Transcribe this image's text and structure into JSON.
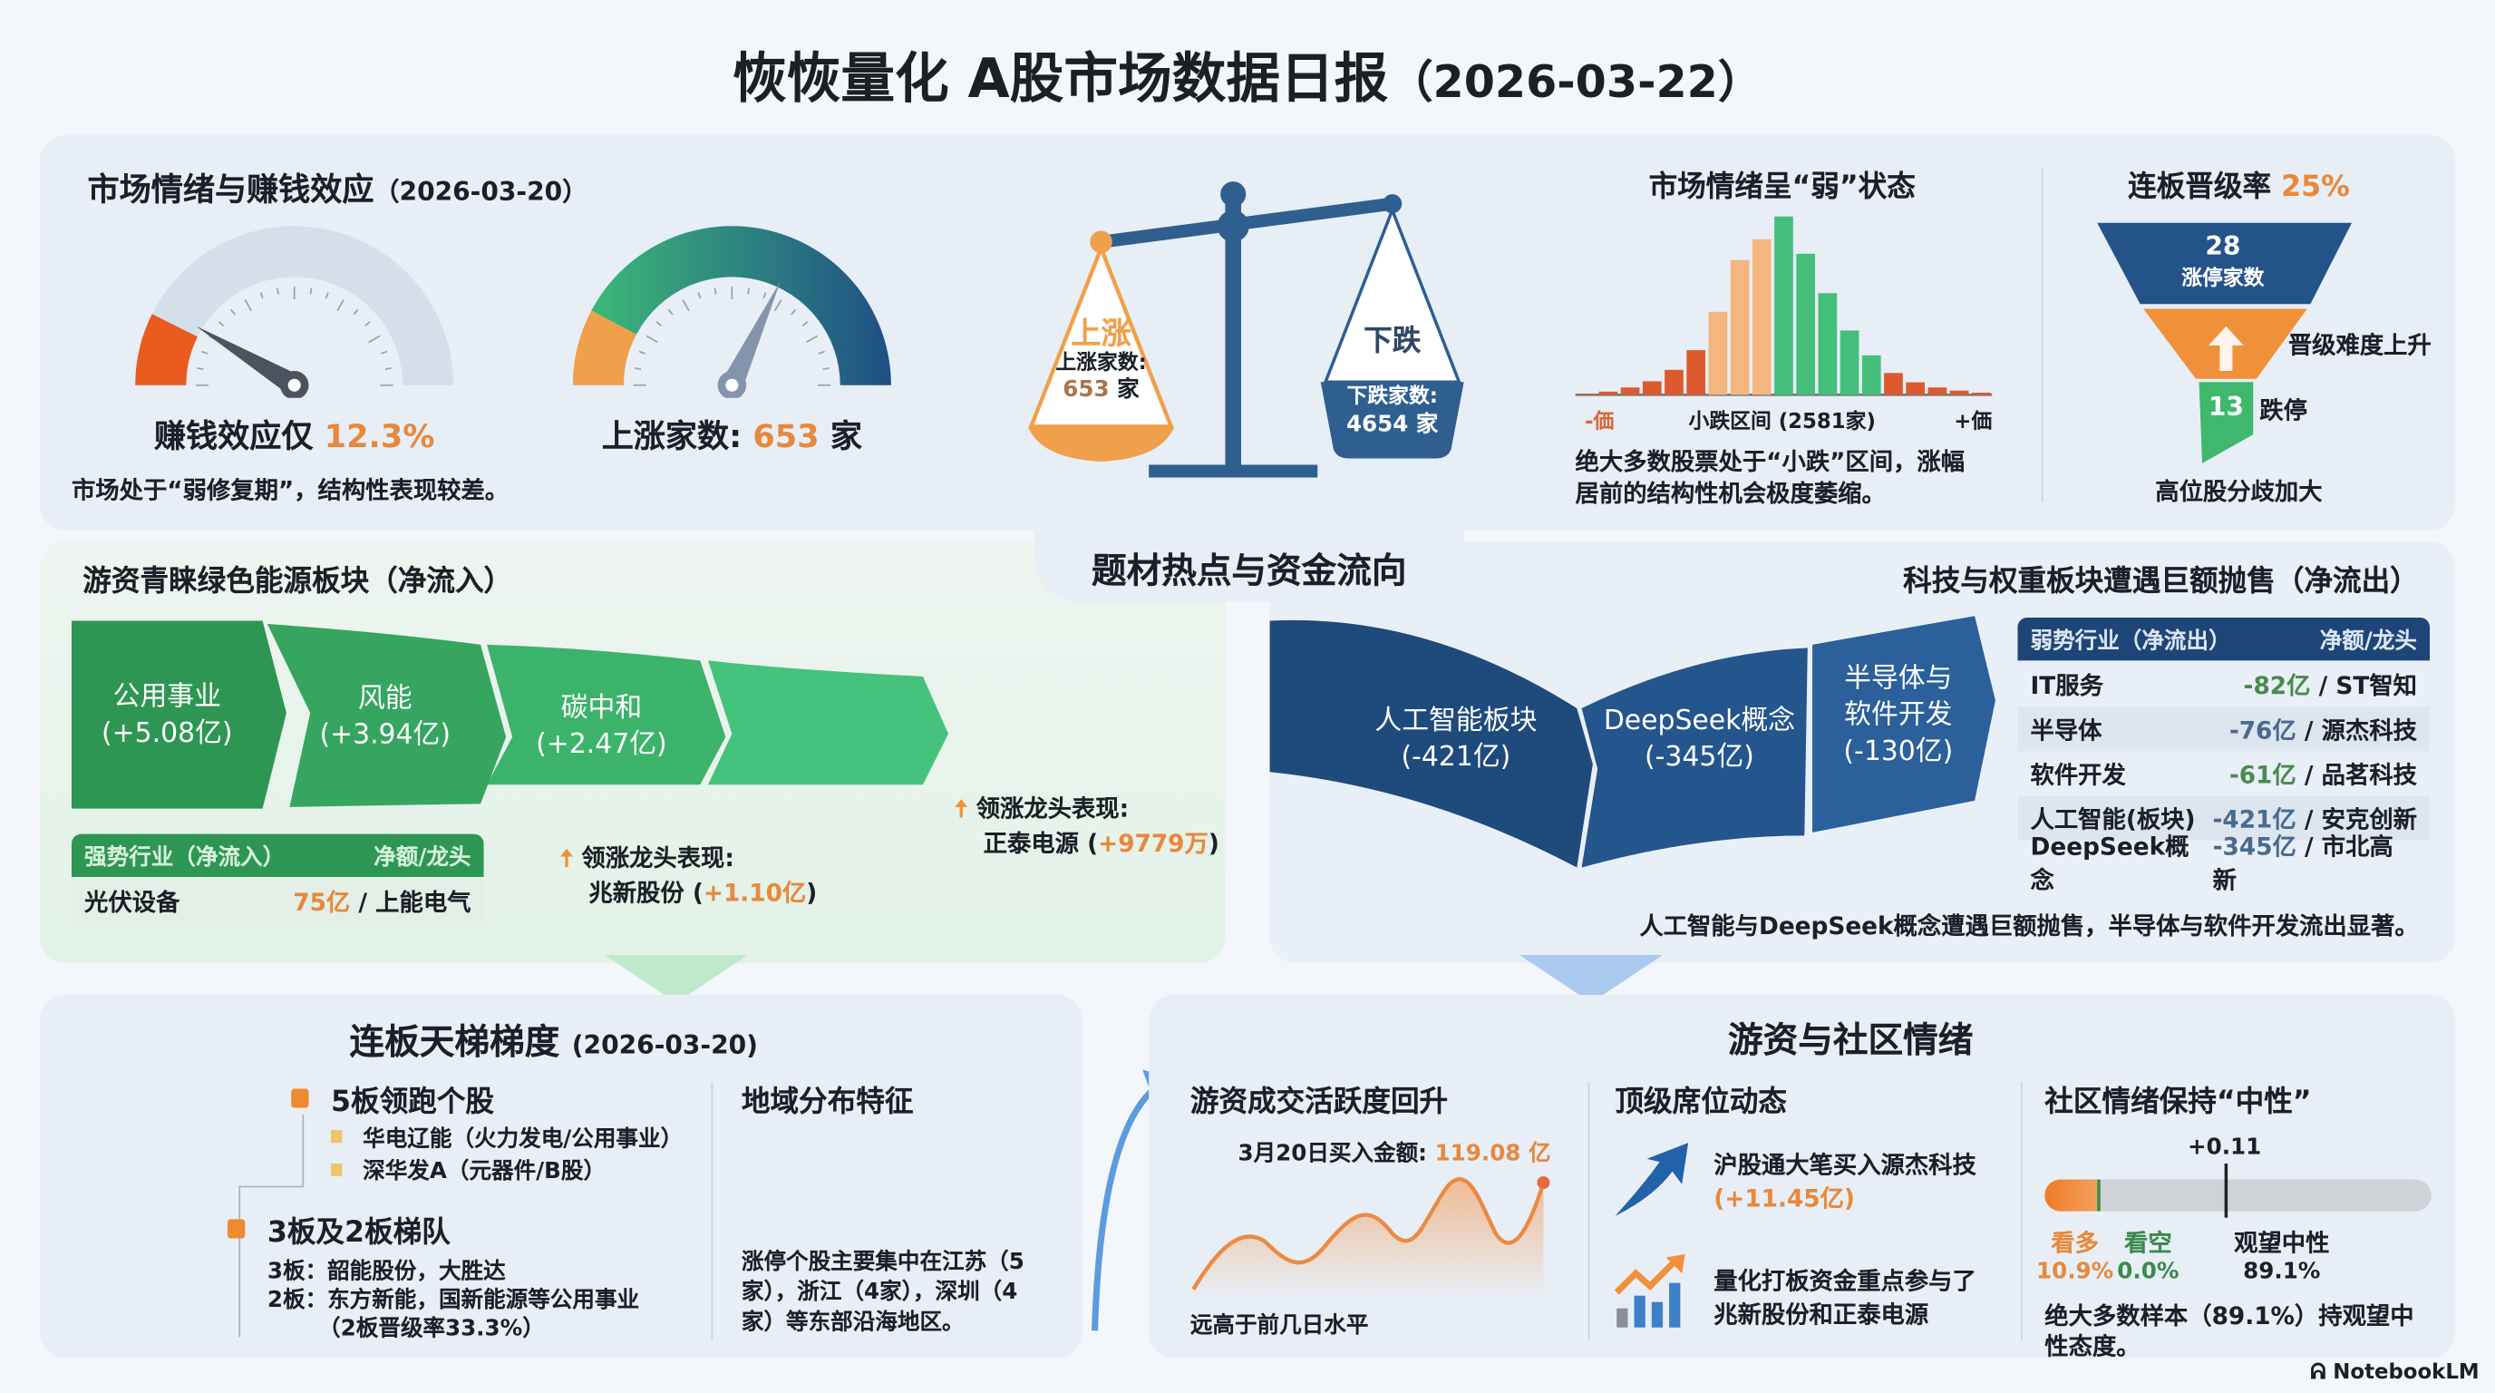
{
  "header": {
    "title": "恢恢量化 A股市场数据日报",
    "date": "（2026-03-22）"
  },
  "sentiment": {
    "title": "市场情绪与赚钱效应",
    "date": "（2026-03-20）",
    "gauge1": {
      "label": "赚钱效应仅",
      "value": "12.3%",
      "percent": 12.3
    },
    "gauge2": {
      "label": "上涨家数: ",
      "value": "653",
      "unit": " 家"
    },
    "note": "市场处于“弱修复期”，结构性表现较差。"
  },
  "scale": {
    "up_title": "上涨",
    "up_label": "上涨家数:",
    "up_value": "653",
    "up_unit": " 家",
    "down_title": "下跌",
    "down_label": "下跌家数:",
    "down_value": "4654 家",
    "colors": {
      "up": "#f0a04a",
      "down": "#2f5f8f"
    }
  },
  "distribution": {
    "title": "市场情绪呈“弱”状态",
    "left_label": "-価",
    "center_label": "小跌区间 (2581家)",
    "right_label": "+価",
    "bars": [
      1,
      3,
      7,
      13,
      24,
      43,
      80,
      130,
      150,
      172,
      136,
      98,
      62,
      38,
      21,
      12,
      7,
      4,
      2
    ],
    "bar_colors": [
      "r",
      "r",
      "r",
      "r",
      "r",
      "r",
      "o",
      "o",
      "o",
      "g",
      "g",
      "g",
      "g",
      "g",
      "r",
      "r",
      "r",
      "r",
      "r"
    ],
    "note_line1": "绝大多数股票处于“小跌”区间，涨幅",
    "note_line2": "居前的结构性机会极度萎缩。"
  },
  "promotion": {
    "title": "连板晋级率",
    "rate": "25%",
    "top_value": "28",
    "top_label": "涨停家数",
    "mid_label": "晋级难度上升",
    "bottom_value": "13",
    "bottom_label": "跌停",
    "footer": "高位股分歧加大"
  },
  "center_tab": "题材热点与资金流向",
  "inflow": {
    "title": "游资青睐绿色能源板块（净流入）",
    "sectors": [
      {
        "name": "公用事业",
        "value": "(+5.08亿)"
      },
      {
        "name": "风能",
        "value": "(+3.94亿)"
      },
      {
        "name": "碳中和",
        "value": "(+2.47亿)"
      }
    ],
    "table_header": "强势行业（净流入）",
    "table_header2": "净额/龙头",
    "table_rows": [
      {
        "industry": "光伏设备",
        "amount": "75亿",
        "leader": " / 上能电气"
      }
    ],
    "callout1_title": "领涨龙头表现:",
    "callout1_name": "兆新股份 (",
    "callout1_value": "+1.10亿",
    "callout1_end": ")",
    "callout2_title": "领涨龙头表现:",
    "callout2_name": "正泰电源 (",
    "callout2_value": "+9779万",
    "callout2_end": ")"
  },
  "outflow": {
    "title": "科技与权重板块遭遇巨额抛售（净流出）",
    "sectors": [
      {
        "name": "人工智能板块",
        "value": "(-421亿)"
      },
      {
        "name": "DeepSeek概念",
        "value": "(-345亿)"
      },
      {
        "name": "半导体与",
        "name2": "软件开发",
        "value": "(-130亿)"
      }
    ],
    "table_header": "弱势行业（净流出）",
    "table_header2": "净额/龙头",
    "table_rows": [
      {
        "industry": "IT服务",
        "amount": "-82亿",
        "leader": " / ST智知",
        "tone": "green"
      },
      {
        "industry": "半导体",
        "amount": "-76亿",
        "leader": " / 源杰科技",
        "tone": "blue"
      },
      {
        "industry": "软件开发",
        "amount": "-61亿",
        "leader": " / 品茗科技",
        "tone": "green"
      },
      {
        "industry": "人工智能(板块)",
        "amount": "-421亿",
        "leader": " / 安克创新",
        "tone": "blue"
      },
      {
        "industry": "DeepSeek概念",
        "amount": "-345亿",
        "leader": " / 市北高新",
        "tone": "blue"
      }
    ],
    "note": "人工智能与DeepSeek概念遭遇巨额抛售，半导体与软件开发流出显著。"
  },
  "ladder": {
    "title": "连板天梯梯度",
    "date": "(2026-03-20)",
    "group1_title": "5板领跑个股",
    "group1_items": [
      "华电辽能（火力发电/公用事业）",
      "深华发A（元器件/B股）"
    ],
    "group2_title": "3板及2板梯队",
    "group2_line1": "3板：韶能股份，大胜达",
    "group2_line2": "2板：东方新能，国新能源等公用事业",
    "group2_line3": "（2板晋级率33.3%）",
    "region_title": "地域分布特征",
    "region_text": "涨停个股主要集中在江苏（5家），浙江（4家），深圳（4家）等东部沿海地区。"
  },
  "community": {
    "title": "游资与社区情绪",
    "activity_title": "游资成交活跃度回升",
    "activity_label": "3月20日买入金额: ",
    "activity_value": "119.08 亿",
    "activity_note": "远高于前几日水平",
    "seats_title": "顶级席位动态",
    "seat1_line1": "沪股通大笔买入源杰科技",
    "seat1_value": "(+11.45亿)",
    "seat2_line1": "量化打板资金重点参与了",
    "seat2_line2": "兆新股份和正泰电源",
    "mood_title": "社区情绪保持“中性”",
    "mood_score": "+0.11",
    "bull_label": "看多",
    "bull_value": "10.9%",
    "bull_pct": 10.9,
    "bear_label": "看空",
    "bear_value": "0.0%",
    "bear_pct": 0.0,
    "neutral_label": "观望中性",
    "neutral_value": "89.1%",
    "neutral_pct": 89.1,
    "mood_note": "绝大多数样本（89.1%）持观望中性态度。"
  },
  "branding": {
    "logo": "NotebookLM"
  }
}
